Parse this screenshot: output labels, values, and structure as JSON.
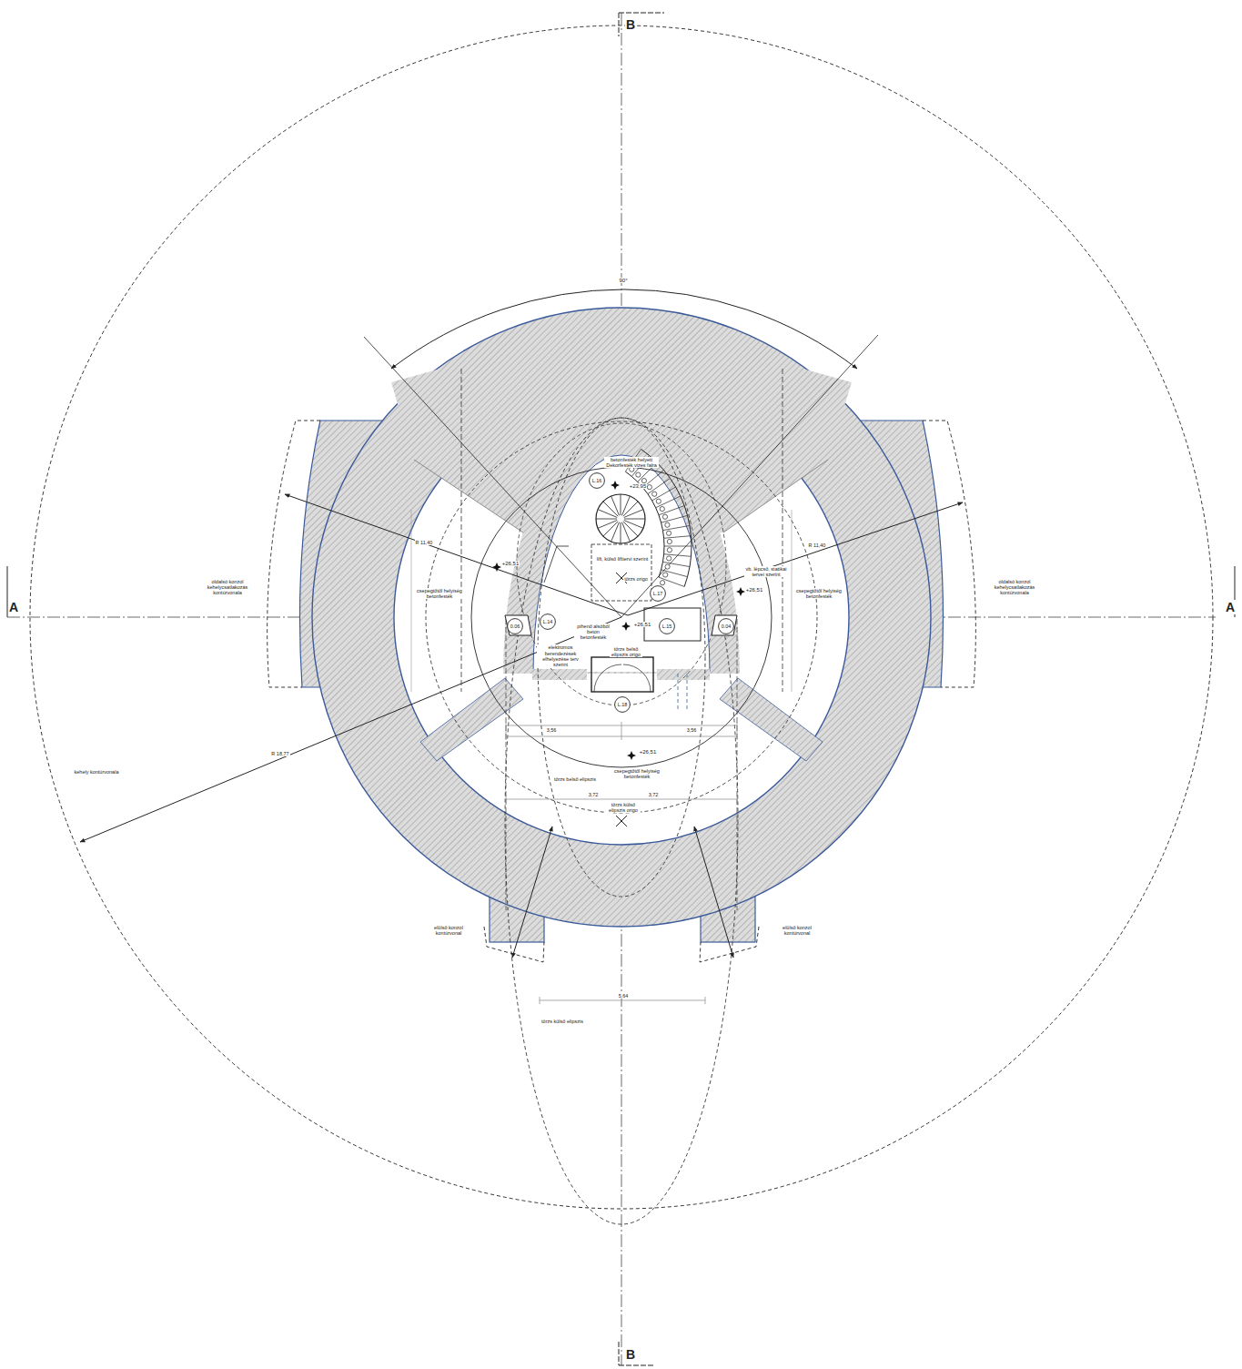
{
  "diagram": {
    "nodes": [
      {
        "text": [
          "L.16"
        ]
      },
      {
        "text": [
          "L.14"
        ]
      },
      {
        "text": [
          "L.15"
        ]
      },
      {
        "text": [
          "L.17"
        ]
      },
      {
        "text": [
          "L.18"
        ]
      },
      {
        "text": [
          "0.06"
        ]
      },
      {
        "text": [
          "0.04"
        ]
      }
    ],
    "labels": [
      "B",
      "B",
      "A",
      "A",
      "90°",
      "oldalsó konzol kehelycsatlakozás kontúrvonala",
      "oldalsó konzol kehelycsatlakozás kontúrvonala",
      "csepegtőtől helyiség betonfesték",
      "csepegtőtől helyiség betonfesték",
      "csepegtőtől helyiség betonfesték",
      "kehely kontúrvonala",
      "elülső konzol kontúrvonal",
      "elülső konzol kontúrvonal",
      "törzs külső elipszis",
      "törzs külső elipszis origo",
      "törzs belső elipszis",
      "törzs origo",
      "törzs belső elipszis origo",
      "+26,51",
      "+26,51",
      "+26,51",
      "+26,51",
      "+23,95",
      "lift, külső lifttervi szerint",
      "pihenő alsóból beton betonfesték",
      "elektromos berendezések elhelyezése terv szerint",
      "vb. lépcső, statikai tervei szerint",
      "betonfesték helyett Dekorfesték vizes falra",
      "R 11,40",
      "R 11,40",
      "R 18,77",
      "3,72",
      "3,72",
      "5,64",
      "3,56",
      "3,56"
    ]
  }
}
